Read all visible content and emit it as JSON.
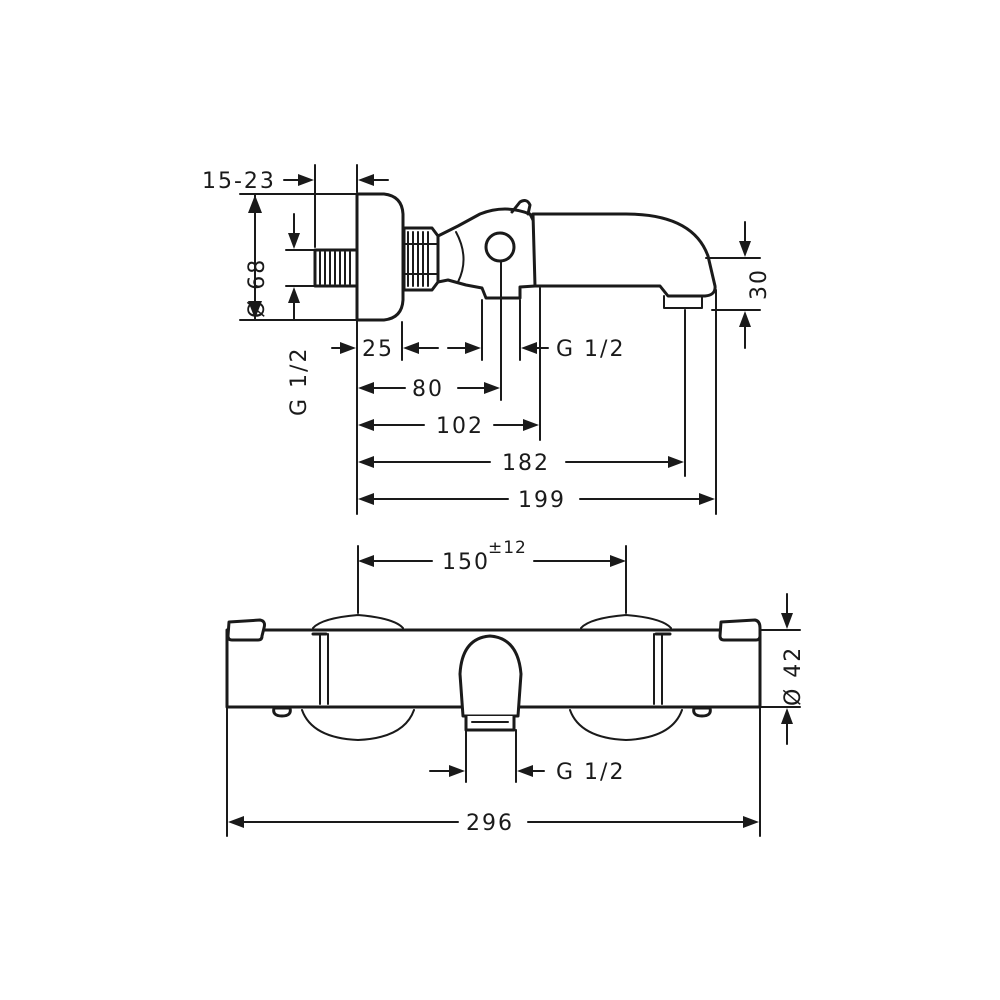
{
  "side_view": {
    "dim_15_23": "15-23",
    "dim_68": "Ø 68",
    "dim_g12_left": "G 1/2",
    "dim_25": "25",
    "dim_g12_right": "G 1/2",
    "dim_30": "30",
    "dim_80": "80",
    "dim_102": "102",
    "dim_182": "182",
    "dim_199": "199"
  },
  "front_view": {
    "dim_150": "150",
    "dim_150_tol": "±12",
    "dim_42": "Ø 42",
    "dim_g12": "G 1/2",
    "dim_296": "296"
  }
}
